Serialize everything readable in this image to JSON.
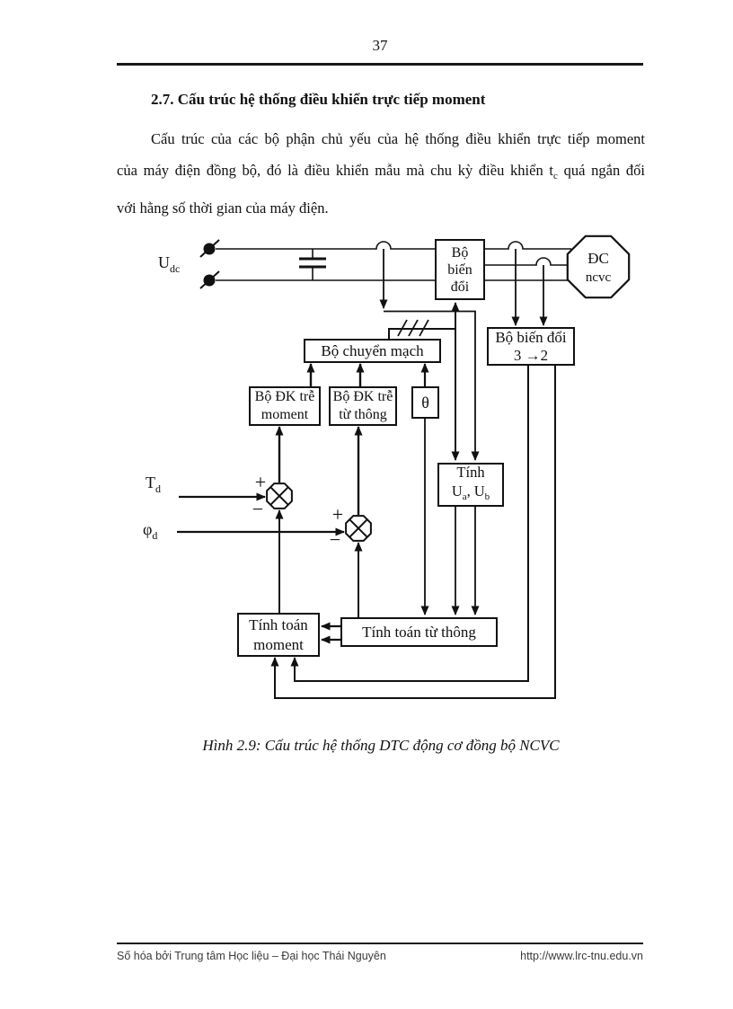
{
  "page_number": "37",
  "heading": "2.7. Cấu trúc hệ thống điều khiển trực tiếp moment",
  "paragraph": {
    "line1": "Cấu trúc của các bộ phận chủ yếu của hệ thống điều khiển trực tiếp moment",
    "line2_a": "của máy điện đồng bộ, đó là điều khiển mẫu mà chu kỳ điều khiển t",
    "line2_sub": "c",
    "line2_b": "quá ngắn đối",
    "line3": "với hằng số thời gian của máy điện."
  },
  "caption": "Hình 2.9: Cấu trúc hệ thống DTC động cơ đồng bộ NCVC",
  "footer": {
    "left": "Số hóa bởi Trung tâm Học liệu – Đại học Thái Nguyên",
    "right": "http://www.lrc-tnu.edu.vn"
  },
  "diagram": {
    "labels": {
      "udc_base": "U",
      "udc_sub": "dc",
      "td_base": "T",
      "td_sub": "d",
      "phid_base": "φ",
      "phid_sub": "d",
      "plus": "+",
      "minus": "−"
    },
    "blocks": {
      "inverter_l1": "Bộ",
      "inverter_l2": "biến",
      "inverter_l3": "đổi",
      "motor_l1": "ĐC",
      "motor_l2": "ncvc",
      "switch_table": "Bộ chuyển mạch",
      "conv32_l1": "Bộ biến đổi",
      "conv32_l2": "3 →2",
      "hys_moment_l1": "Bộ ĐK trễ",
      "hys_moment_l2": "moment",
      "hys_flux_l1": "Bộ ĐK trễ",
      "hys_flux_l2": "từ thông",
      "theta": "θ",
      "calc_u_l1": "Tính",
      "calc_u_u": "U",
      "calc_u_suba": "a",
      "calc_u_comma": ",",
      "calc_u_subb": "b",
      "calc_moment_l1": "Tính toán",
      "calc_moment_l2": "moment",
      "calc_flux": "Tính toán từ thông"
    }
  },
  "colors": {
    "ink": "#111111",
    "footer_text": "#3b3b3b"
  }
}
